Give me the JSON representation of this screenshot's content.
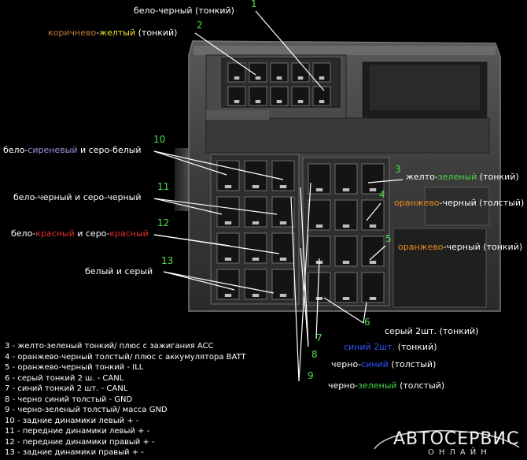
{
  "colors": {
    "white": "#ffffff",
    "brown": "#c27a3e",
    "yellow": "#f0e030",
    "lilac": "#a58be0",
    "red": "#e0322c",
    "green": "#48d84a",
    "orange": "#f08a1a",
    "blue": "#2f55ff",
    "number": "#4fe04a"
  },
  "callouts": [
    {
      "num": "1",
      "parts": [
        {
          "t": "бело-черный (тонкий)",
          "c": "white"
        }
      ]
    },
    {
      "num": "2",
      "parts": [
        {
          "t": "коричнево",
          "c": "brown"
        },
        {
          "t": "-",
          "c": "white"
        },
        {
          "t": "желтый",
          "c": "yellow"
        },
        {
          "t": " (тонкий)",
          "c": "white"
        }
      ]
    },
    {
      "num": "10",
      "parts": [
        {
          "t": "бело-",
          "c": "white"
        },
        {
          "t": "сиреневый",
          "c": "lilac"
        },
        {
          "t": " и серо-белый",
          "c": "white"
        }
      ]
    },
    {
      "num": "11",
      "parts": [
        {
          "t": "бело-черный и серо-черный",
          "c": "white"
        }
      ]
    },
    {
      "num": "12",
      "parts": [
        {
          "t": "бело-",
          "c": "white"
        },
        {
          "t": "красный",
          "c": "red"
        },
        {
          "t": " и серо-",
          "c": "white"
        },
        {
          "t": "красный",
          "c": "red"
        }
      ]
    },
    {
      "num": "13",
      "parts": [
        {
          "t": "белый и серый",
          "c": "white"
        }
      ]
    },
    {
      "num": "3",
      "parts": [
        {
          "t": "желто-",
          "c": "white"
        },
        {
          "t": "зеленый",
          "c": "green"
        },
        {
          "t": " (тонкий)",
          "c": "white"
        }
      ]
    },
    {
      "num": "4",
      "parts": [
        {
          "t": "оранжево",
          "c": "orange"
        },
        {
          "t": "-черный (толстый)",
          "c": "white"
        }
      ]
    },
    {
      "num": "5",
      "parts": [
        {
          "t": "оранжево",
          "c": "orange"
        },
        {
          "t": "-черный (тонкий)",
          "c": "white"
        }
      ]
    },
    {
      "num": "6",
      "parts": [
        {
          "t": "серый 2шт. (тонкий)",
          "c": "white"
        }
      ]
    },
    {
      "num": "7",
      "parts": [
        {
          "t": "синий 2шт.",
          "c": "blue"
        },
        {
          "t": " (тонкий)",
          "c": "white"
        }
      ]
    },
    {
      "num": "8",
      "parts": [
        {
          "t": "черно-",
          "c": "white"
        },
        {
          "t": "синий",
          "c": "blue"
        },
        {
          "t": " (толстый)",
          "c": "white"
        }
      ]
    },
    {
      "num": "9",
      "parts": [
        {
          "t": "черно-",
          "c": "white"
        },
        {
          "t": "зеленый",
          "c": "green"
        },
        {
          "t": " (толстый)",
          "c": "white"
        }
      ]
    }
  ],
  "legend": [
    "3 - желто-зеленый тонкий/ плюс с зажигания ACC",
    "4 - оранжево-черный толстый/ плюс с аккумулятора BATT",
    "5 - оранжево-черный тонкий - ILL",
    "6 - серый тонкий 2 ш. - CANL",
    "7 - синий тонкий 2 шт. - CANL",
    "8 - черно синий толстый - GND",
    "9 - черно-зеленый толстый/ масса GND",
    "10 - задние динамики левый + -",
    "11 - передние динамики левый + -",
    "12 - передние динамики правый + -",
    "13 - задние динамики правый + -"
  ],
  "brand": {
    "name": "АВТОСЕРВИС",
    "sub": "ОНЛАЙН"
  }
}
